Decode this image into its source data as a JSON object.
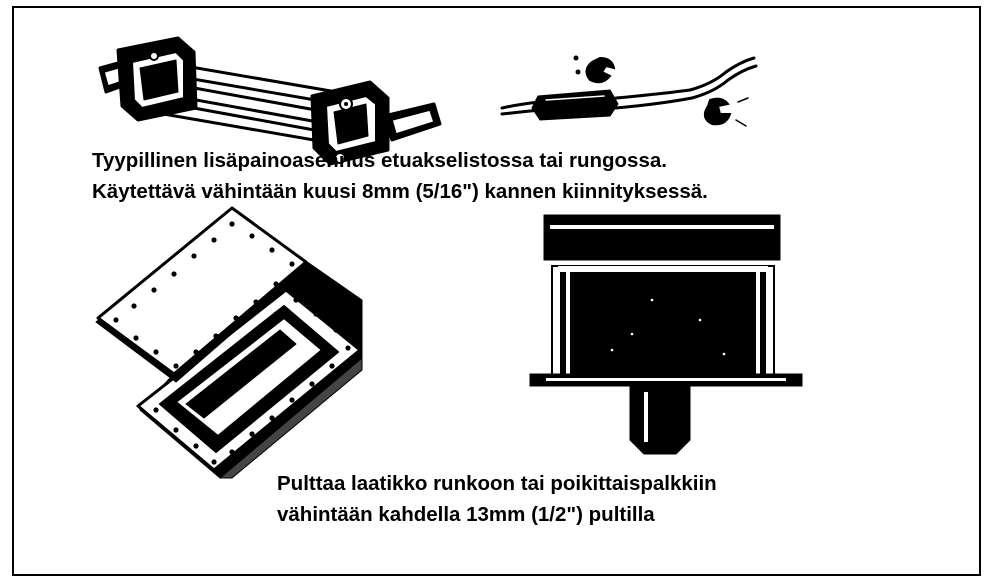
{
  "captions": {
    "weight_mount": {
      "line1": "Tyypillinen lisäpainoasennus etuakselistossa tai rungossa.",
      "line2": "Käytettävä vähintään kuusi 8mm (5/16\") kannen kiinnityksessä."
    },
    "box_bolting": {
      "line1": "Pulttaa laatikko runkoon tai poikittaispalkkiin",
      "line2": "vähintään kahdella 13mm (1/2\") pultilla"
    }
  },
  "colors": {
    "ink": "#000000",
    "paper": "#ffffff"
  }
}
